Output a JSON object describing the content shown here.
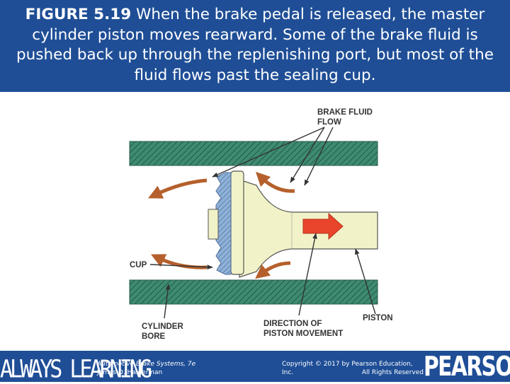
{
  "caption": {
    "figure_label": "FIGURE 5.19",
    "text": " When the brake pedal is released, the master cylinder piston moves rearward. Some of the brake fluid is pushed back up through the replenishing port, but most of the fluid flows past the sealing cup."
  },
  "labels": {
    "brake_fluid_line1": "BRAKE  FLUID",
    "brake_fluid_line2": "FLOW",
    "cup": "CUP",
    "cylinder_bore_line1": "CYLINDER",
    "cylinder_bore_line2": "BORE",
    "direction_line1": "DIRECTION OF",
    "direction_line2": "PISTON MOVEMENT",
    "piston": "PISTON"
  },
  "footer": {
    "brand_left": "ALWAYS LEARNING",
    "book_title": "Automotive Brake Systems, 7e",
    "author": "James D. Halderman",
    "copyright": "Copyright © 2017 by Pearson Education, Inc.",
    "rights": "All Rights Reserved",
    "brand_right": "PEARSON"
  },
  "colors": {
    "header_bg": "#1f4e96",
    "bore_fill": "#3f8b72",
    "piston_fill": "#f2f2c8",
    "cup_fill": "#8fb2d8",
    "flow_arrow": "#b5602c",
    "direction_arrow": "#e8452a"
  }
}
